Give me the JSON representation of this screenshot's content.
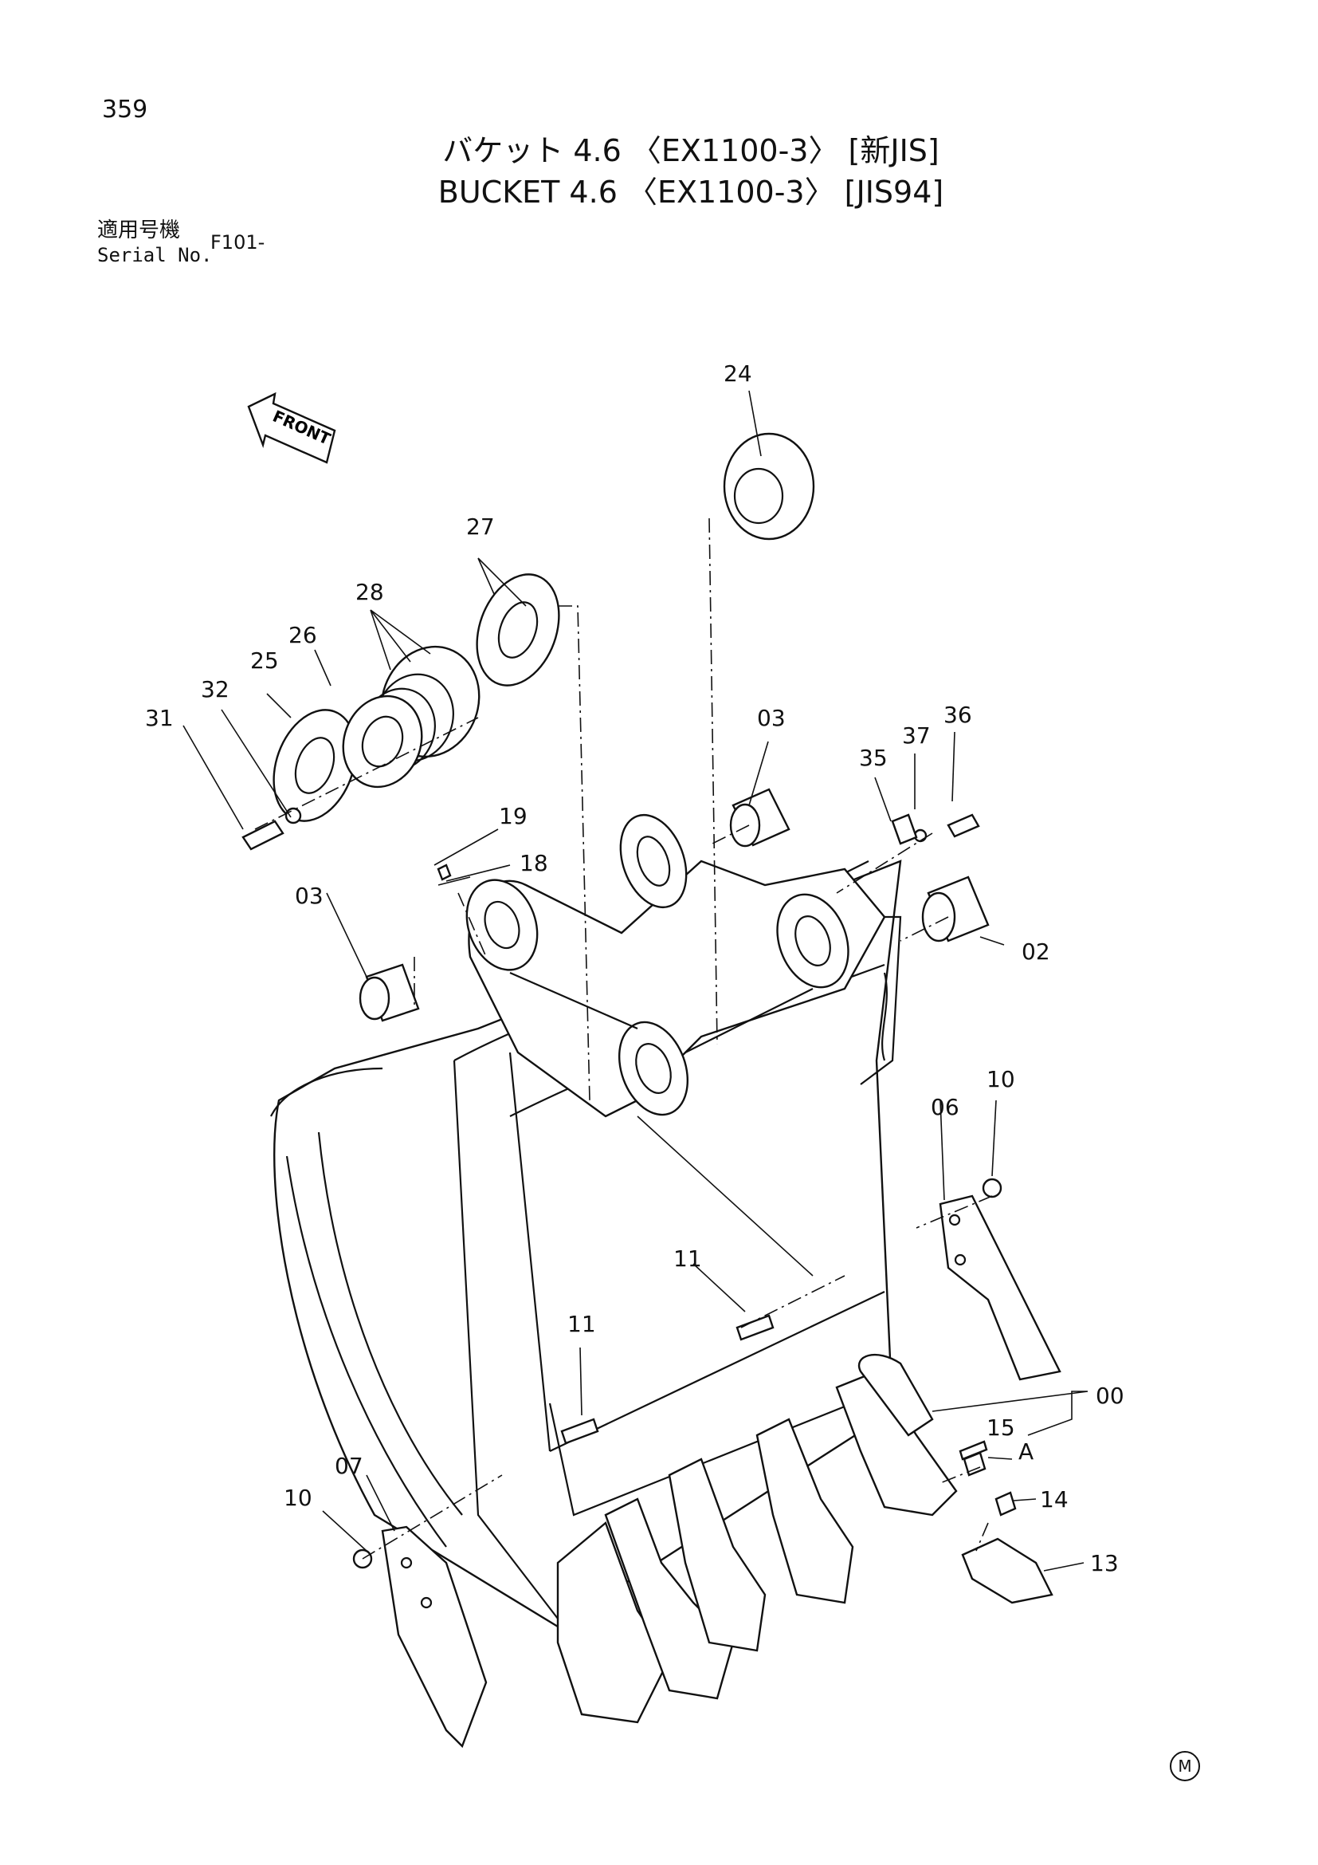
{
  "page_number": "359",
  "title_jp": "バケット 4.6 〈EX1100-3〉 [新JIS]",
  "title_en": "BUCKET 4.6 〈EX1100-3〉 [JIS94]",
  "serial": {
    "label_jp": "適用号機",
    "label_en": "Serial No.",
    "value": "F101-"
  },
  "front_label": "FRONT",
  "mark": "M",
  "callouts": {
    "c00": "00",
    "c02": "02",
    "c03a": "03",
    "c03b": "03",
    "c06": "06",
    "c07": "07",
    "c10a": "10",
    "c10b": "10",
    "c11a": "11",
    "c11b": "11",
    "c13": "13",
    "c14": "14",
    "c15": "15",
    "cA": "A",
    "c18": "18",
    "c19": "19",
    "c24": "24",
    "c25": "25",
    "c26": "26",
    "c27": "27",
    "c28": "28",
    "c31": "31",
    "c32": "32",
    "c35": "35",
    "c36": "36",
    "c37": "37"
  }
}
